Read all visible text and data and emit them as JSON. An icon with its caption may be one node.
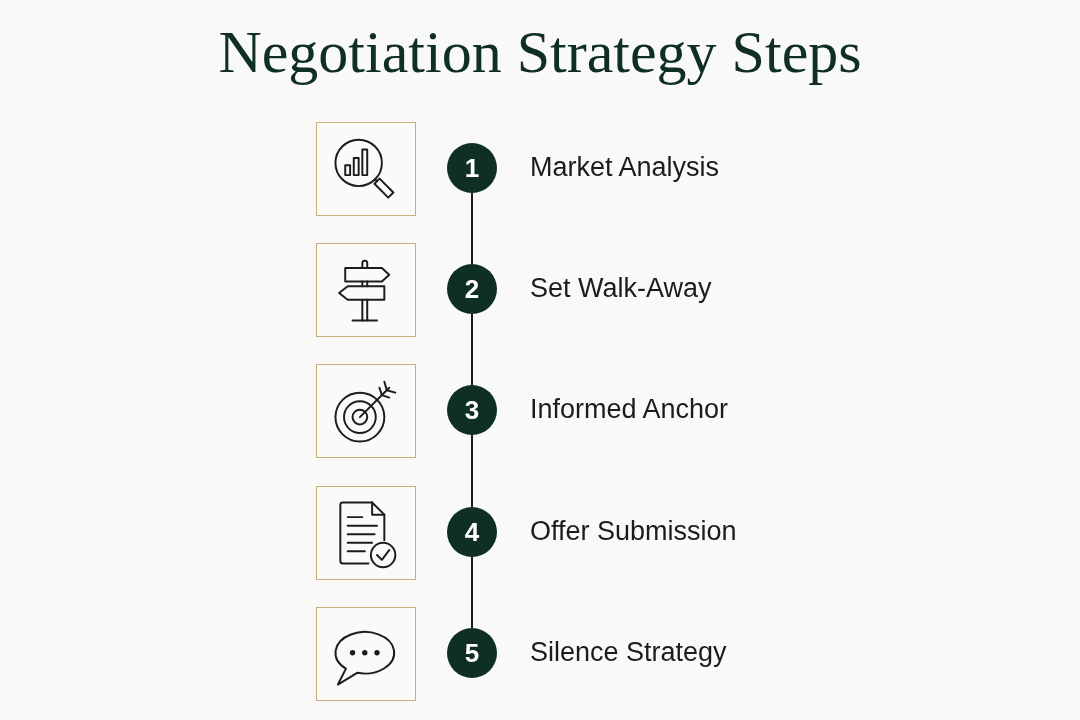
{
  "diagram": {
    "title": "Negotiation Strategy Steps",
    "nodes": [
      {
        "text": [],
        "shape": "picture"
      },
      {
        "text": [
          "1"
        ],
        "beside": [
          "Market Analysis"
        ]
      },
      {
        "text": [],
        "shape": "picture"
      },
      {
        "text": [
          "2"
        ],
        "beside": [
          "Set Walk-Away"
        ]
      },
      {
        "text": [],
        "shape": "picture"
      },
      {
        "text": [
          "3"
        ],
        "beside": [
          "Informed Anchor"
        ]
      },
      {
        "text": [],
        "shape": "picture"
      },
      {
        "text": [
          "4"
        ],
        "beside": [
          "Offer Submission"
        ]
      },
      {
        "text": [],
        "shape": "picture"
      },
      {
        "text": [
          "5"
        ],
        "beside": [
          "Silence Strategy"
        ]
      }
    ],
    "edges": [
      {
        "from": 1,
        "to": 3,
        "arrow": "none"
      },
      {
        "from": 3,
        "to": 5,
        "arrow": "none"
      },
      {
        "from": 5,
        "to": 7,
        "arrow": "none"
      },
      {
        "from": 7,
        "to": 9,
        "arrow": "none"
      }
    ]
  }
}
